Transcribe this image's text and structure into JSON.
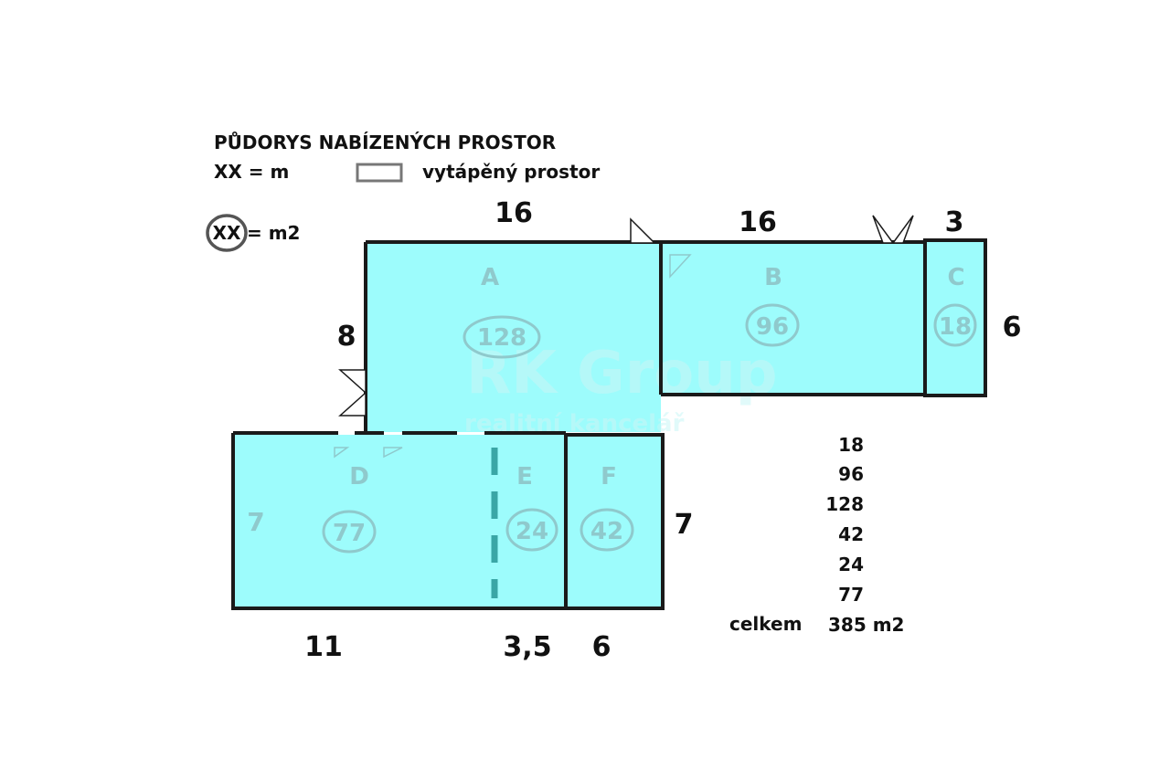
{
  "legend": {
    "title": "PŮDORYS NABÍZENÝCH PROSTOR",
    "length_unit": "XX = m",
    "heated_label": "vytápěný prostor",
    "area_symbol": "XX",
    "area_unit": "= m2"
  },
  "dimensions": {
    "a_top": "16",
    "b_top": "16",
    "c_top": "3",
    "c_right": "6",
    "a_left": "8",
    "d_left": "7",
    "f_right": "7",
    "d_bottom": "11",
    "e_bottom": "3,5",
    "f_bottom": "6"
  },
  "rooms": [
    {
      "letter": "A",
      "area": "128"
    },
    {
      "letter": "B",
      "area": "96"
    },
    {
      "letter": "C",
      "area": "18"
    },
    {
      "letter": "D",
      "area": "77"
    },
    {
      "letter": "E",
      "area": "24"
    },
    {
      "letter": "F",
      "area": "42"
    }
  ],
  "watermark": {
    "logo": "RK Group",
    "tagline": "realitní kancelář"
  },
  "summary": {
    "values": [
      "18",
      "96",
      "128",
      "42",
      "24",
      "77"
    ],
    "total_label": "celkem",
    "total_value": "385 m2"
  }
}
